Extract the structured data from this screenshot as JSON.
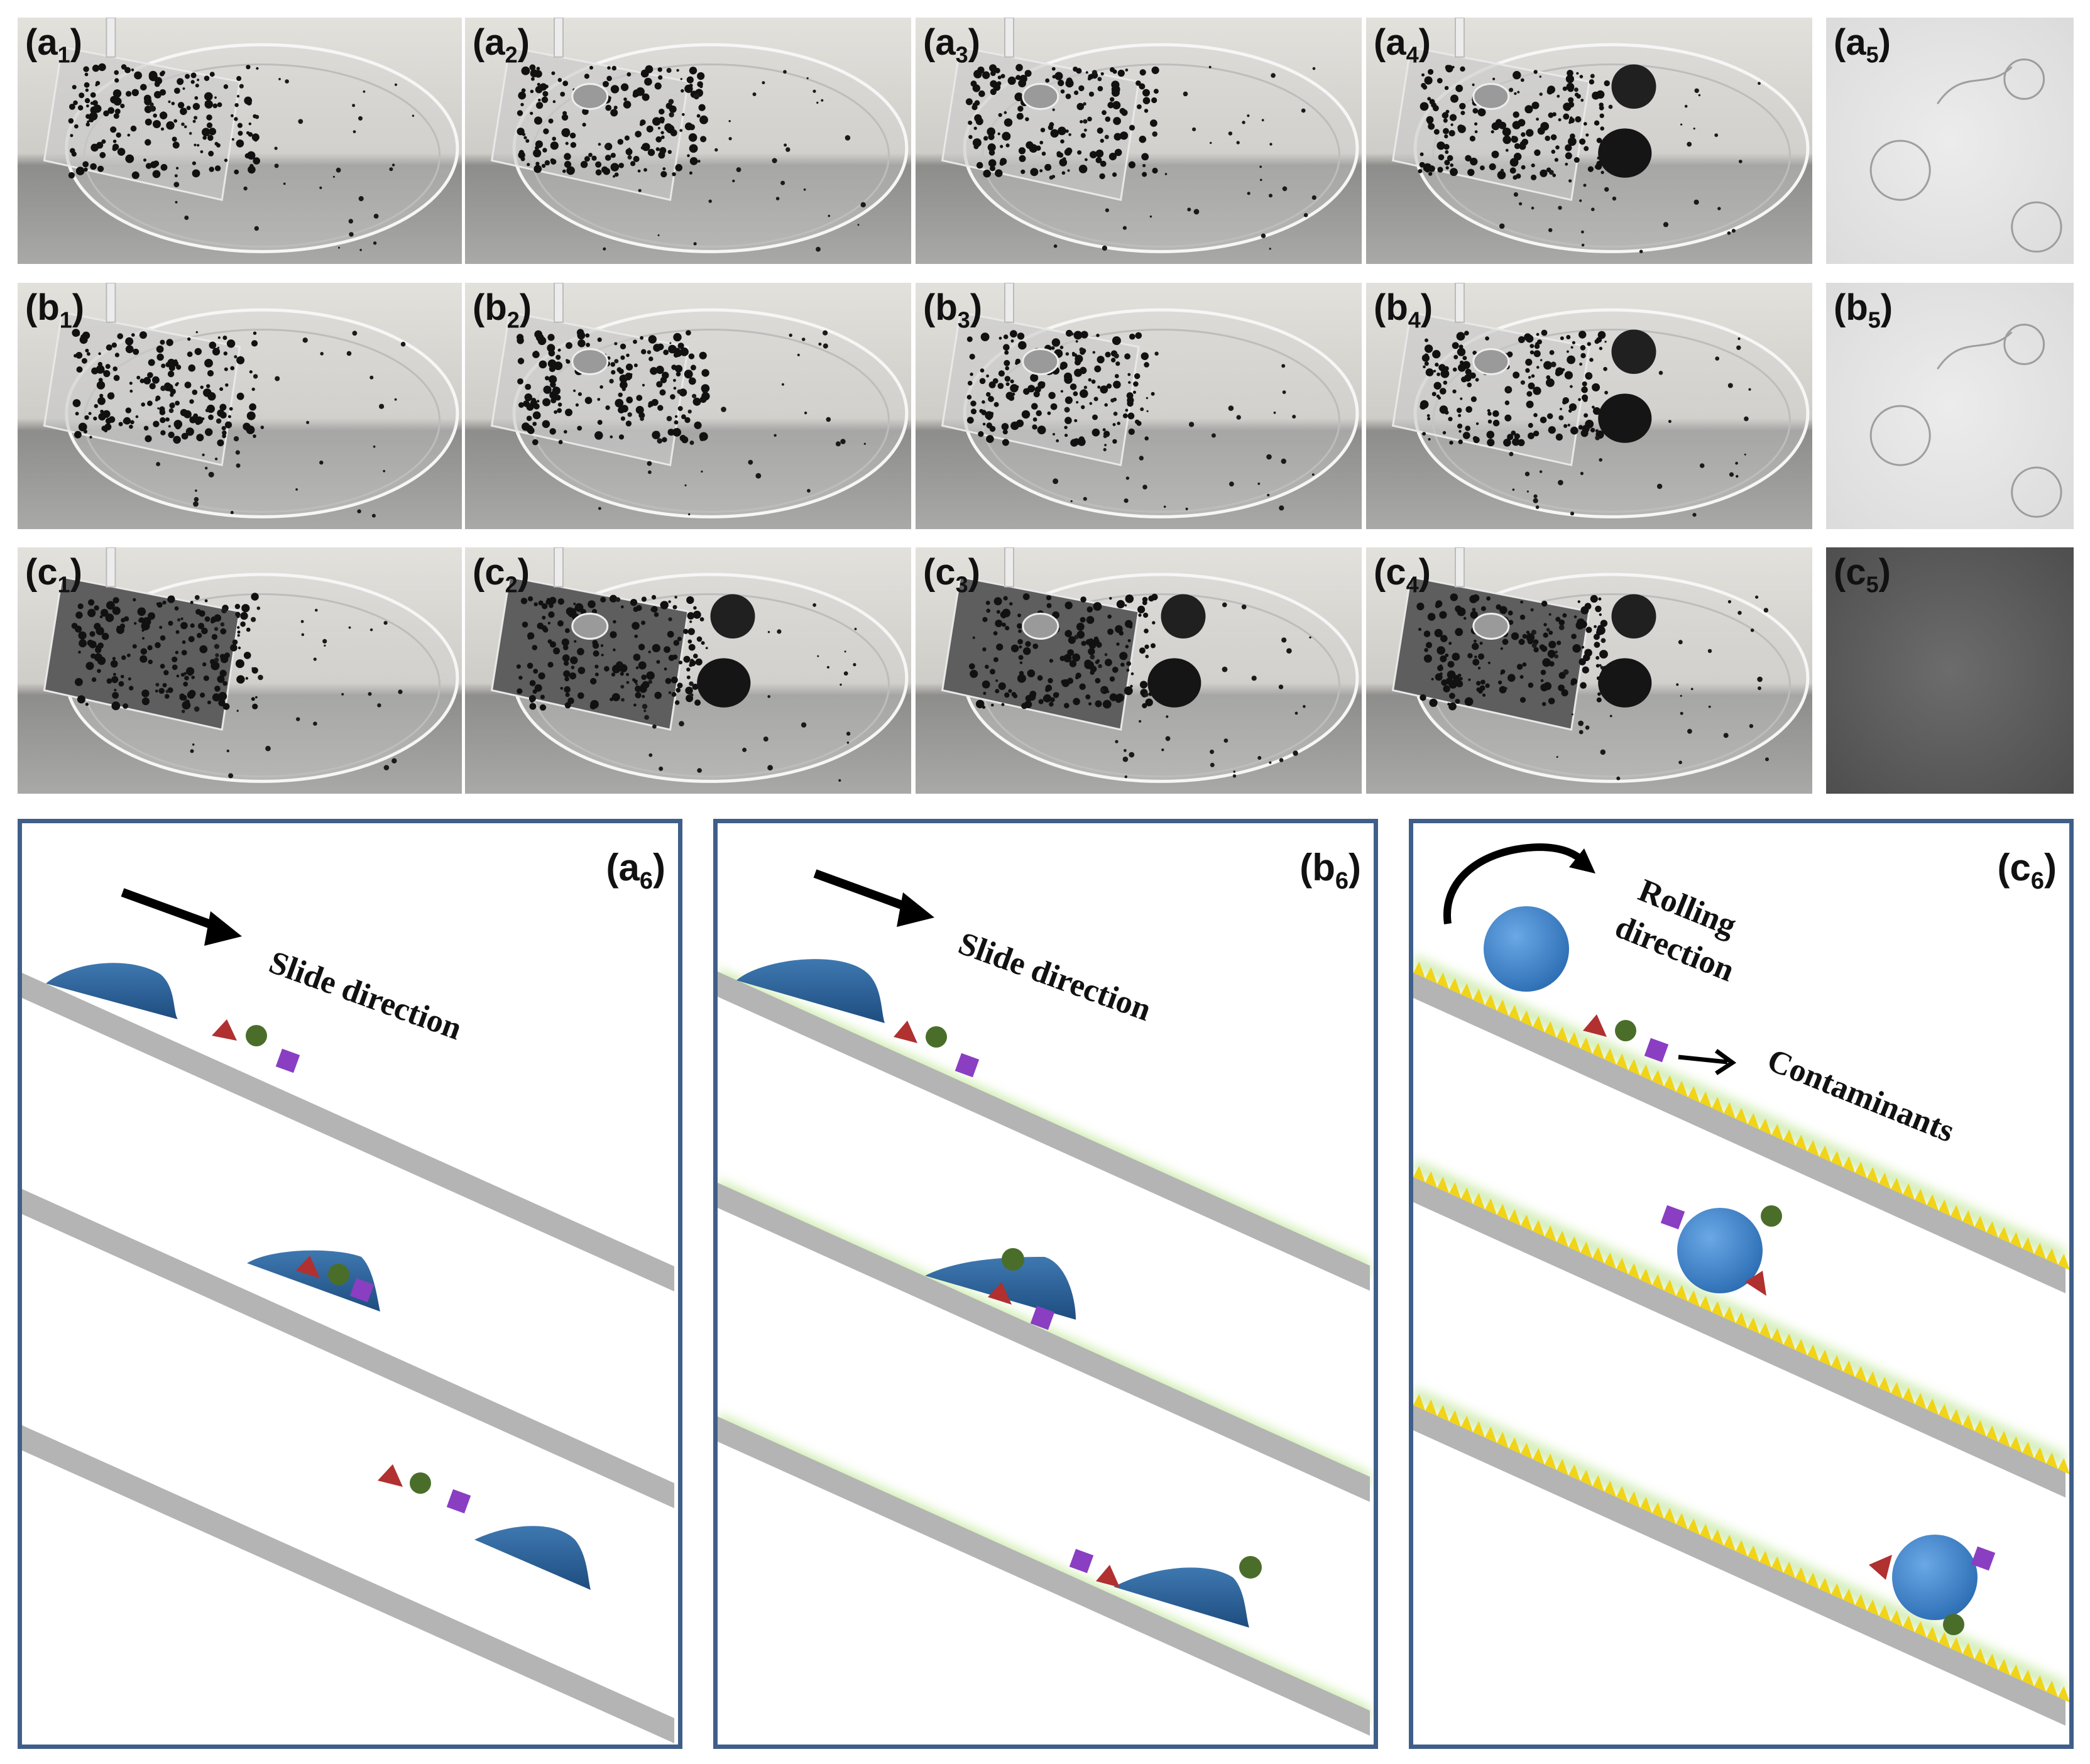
{
  "photo_panels": [
    {
      "id": "a1",
      "letter": "a",
      "index": "1",
      "surface": "glass"
    },
    {
      "id": "a2",
      "letter": "a",
      "index": "2",
      "surface": "glass"
    },
    {
      "id": "a3",
      "letter": "a",
      "index": "3",
      "surface": "glass"
    },
    {
      "id": "a4",
      "letter": "a",
      "index": "4",
      "surface": "glass"
    },
    {
      "id": "a5",
      "letter": "a",
      "index": "5",
      "surface": "closeup-light"
    },
    {
      "id": "b1",
      "letter": "b",
      "index": "1",
      "surface": "glass"
    },
    {
      "id": "b2",
      "letter": "b",
      "index": "2",
      "surface": "glass"
    },
    {
      "id": "b3",
      "letter": "b",
      "index": "3",
      "surface": "glass"
    },
    {
      "id": "b4",
      "letter": "b",
      "index": "4",
      "surface": "glass"
    },
    {
      "id": "b5",
      "letter": "b",
      "index": "5",
      "surface": "closeup-light"
    },
    {
      "id": "c1",
      "letter": "c",
      "index": "1",
      "surface": "dark"
    },
    {
      "id": "c2",
      "letter": "c",
      "index": "2",
      "surface": "dark"
    },
    {
      "id": "c3",
      "letter": "c",
      "index": "3",
      "surface": "dark"
    },
    {
      "id": "c4",
      "letter": "c",
      "index": "4",
      "surface": "dark"
    },
    {
      "id": "c5",
      "letter": "c",
      "index": "5",
      "surface": "closeup-dark"
    }
  ],
  "diagram_panels": [
    {
      "id": "a6",
      "letter": "a",
      "index": "6",
      "arrow_text": "Slide direction"
    },
    {
      "id": "b6",
      "letter": "b",
      "index": "6",
      "arrow_text": "Slide direction"
    },
    {
      "id": "c6",
      "letter": "c",
      "index": "6",
      "arrow_text_line1": "Rolling",
      "arrow_text_line2": "direction",
      "contaminants_label": "Contaminants"
    }
  ],
  "colors": {
    "frame": "#3f5f8a",
    "droplet": "#2c5f93",
    "sphere": "#4a8dd6",
    "substrate": "#b4b4b4",
    "glow": "#bfe69a",
    "spikes": "#f1d417",
    "triangle": "#b13030",
    "circle": "#4a6e2a",
    "square": "#8a3ec2"
  }
}
